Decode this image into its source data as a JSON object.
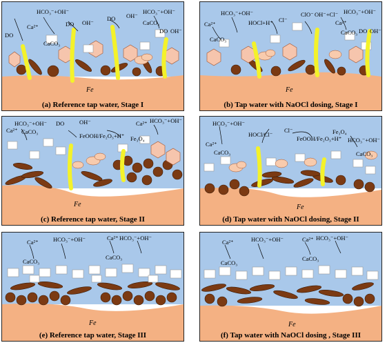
{
  "panels": [
    {
      "id": "a",
      "caption": "(a) Reference tap water, Stage I",
      "labels": [
        "DO",
        "Ca²⁺",
        "HCO₃⁻+OH⁻",
        "CaCO₃",
        "DO",
        "OH⁻",
        "DO",
        "OH⁻",
        "HCO₃⁻+OH⁻",
        "CaCO₃",
        "DO",
        "OH⁻"
      ],
      "metal": "Fe"
    },
    {
      "id": "b",
      "caption": "(b) Tap water with NaOCl dosing, Stage I",
      "labels": [
        "Ca²⁺",
        "HCO₃⁻+OH⁻",
        "CaCO₃",
        "HOCl+H⁺",
        "Cl⁻",
        "ClO⁻",
        "OH⁻+Cl⁻",
        "Ca²⁺",
        "HCO₃⁻+OH⁻",
        "CaCO₃",
        "DO",
        "OH⁻"
      ],
      "metal": "Fe"
    },
    {
      "id": "c",
      "caption": "(c) Reference tap water, Stage II",
      "labels": [
        "HCO₃⁻+OH⁻",
        "Ca²⁺",
        "CaCO₃",
        "DO",
        "OH⁻",
        "FeOOH/Fe₂O₃+H⁺",
        "Fe₃O₄",
        "Ca²⁺",
        "HCO₃⁻+OH⁻"
      ],
      "metal": "Fe"
    },
    {
      "id": "d",
      "caption": "(d) Tap water with NaOCl dosing, Stage II",
      "labels": [
        "HCO₃⁻+OH⁻",
        "Ca²⁺",
        "CaCO₃",
        "HOCl/Cl⁻",
        "Cl⁻",
        "FeOOH/Fe₂O₃+H⁺",
        "Fe₃O₄",
        "CaCO₃",
        "HCO₃⁻+OH⁻"
      ],
      "metal": "Fe"
    },
    {
      "id": "e",
      "caption": "(e) Reference tap water, Stage III",
      "labels": [
        "Ca²⁺",
        "HCO₃⁻+OH⁻",
        "Ca²⁺",
        "HCO₃⁻+OH⁻",
        "CaCO₃",
        "CaCO₃"
      ],
      "metal": "Fe"
    },
    {
      "id": "f",
      "caption": "(f) Tap water with NaOCl dosing , Stage III",
      "labels": [
        "Ca²⁺",
        "HCO₃⁻+OH⁻",
        "Ca²⁺",
        "HCO₃⁻+OH⁻",
        "CaCO₃",
        "CaCO₃"
      ],
      "metal": "Fe"
    }
  ],
  "colors": {
    "water": "#a9c8ea",
    "metal": "#f4b183",
    "particle": "#7b3a13",
    "hex": "#f6c5ad",
    "cloud": "#f8cbad",
    "channel": "#f4f22a"
  }
}
